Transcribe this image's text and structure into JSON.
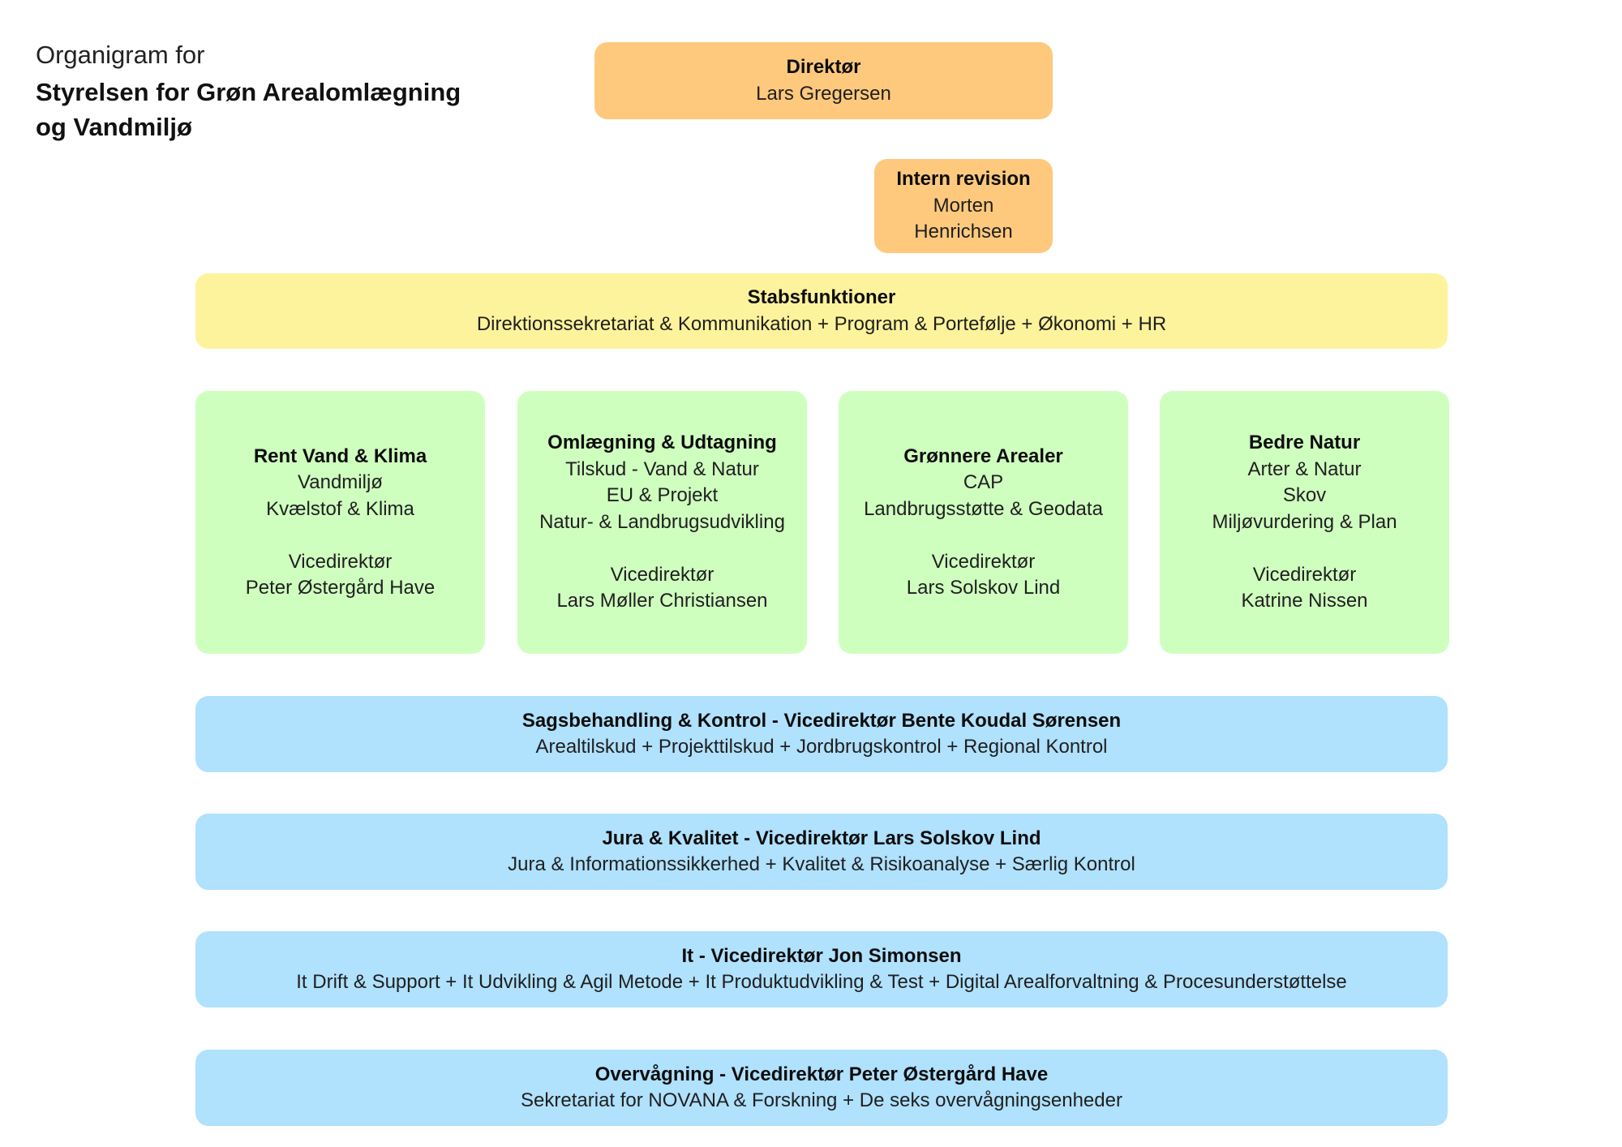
{
  "title": {
    "prefix": "Organigram for",
    "line1": "Styrelsen for Grøn Arealomlægning",
    "line2": "og Vandmiljø"
  },
  "director": {
    "heading": "Direktør",
    "name": "Lars Gregersen"
  },
  "audit": {
    "heading": "Intern revision",
    "name_line1": "Morten",
    "name_line2": "Henrichsen"
  },
  "staff": {
    "heading": "Stabsfunktioner",
    "units": "Direktionssekretariat & Kommunikation + Program & Portefølje + Økonomi + HR"
  },
  "divisions": [
    {
      "heading": "Rent Vand & Klima",
      "units": [
        "Vandmiljø",
        "Kvælstof & Klima"
      ],
      "role": "Vicedirektør",
      "leader": "Peter Østergård Have"
    },
    {
      "heading": "Omlægning & Udtagning",
      "units": [
        "Tilskud - Vand & Natur",
        "EU & Projekt",
        "Natur- & Landbrugsudvikling"
      ],
      "role": "Vicedirektør",
      "leader": "Lars Møller Christiansen"
    },
    {
      "heading": "Grønnere Arealer",
      "units": [
        "CAP",
        "Landbrugsstøtte & Geodata"
      ],
      "role": "Vicedirektør",
      "leader": "Lars Solskov Lind"
    },
    {
      "heading": "Bedre Natur",
      "units": [
        "Arter & Natur",
        "Skov",
        "Miljøvurdering & Plan"
      ],
      "role": "Vicedirektør",
      "leader": "Katrine Nissen"
    }
  ],
  "bands": [
    {
      "heading": "Sagsbehandling & Kontrol - Vicedirektør Bente Koudal Sørensen",
      "units": "Arealtilskud + Projekttilskud + Jordbrugskontrol + Regional Kontrol"
    },
    {
      "heading": "Jura & Kvalitet - Vicedirektør Lars Solskov Lind",
      "units": "Jura & Informationssikkerhed + Kvalitet & Risikoanalyse + Særlig Kontrol"
    },
    {
      "heading": "It - Vicedirektør Jon Simonsen",
      "units": "It Drift & Support + It Udvikling & Agil Metode + It Produktudvikling & Test + Digital Arealforvaltning & Procesunderstøttelse"
    },
    {
      "heading": "Overvågning - Vicedirektør Peter Østergård Have",
      "units": "Sekretariat for NOVANA & Forskning + De seks overvågningsenheder"
    }
  ],
  "colors": {
    "management": "#fec97c",
    "staff": "#fdf39c",
    "divisions": "#cfffbf",
    "cross_units": "#b0e1fd"
  }
}
